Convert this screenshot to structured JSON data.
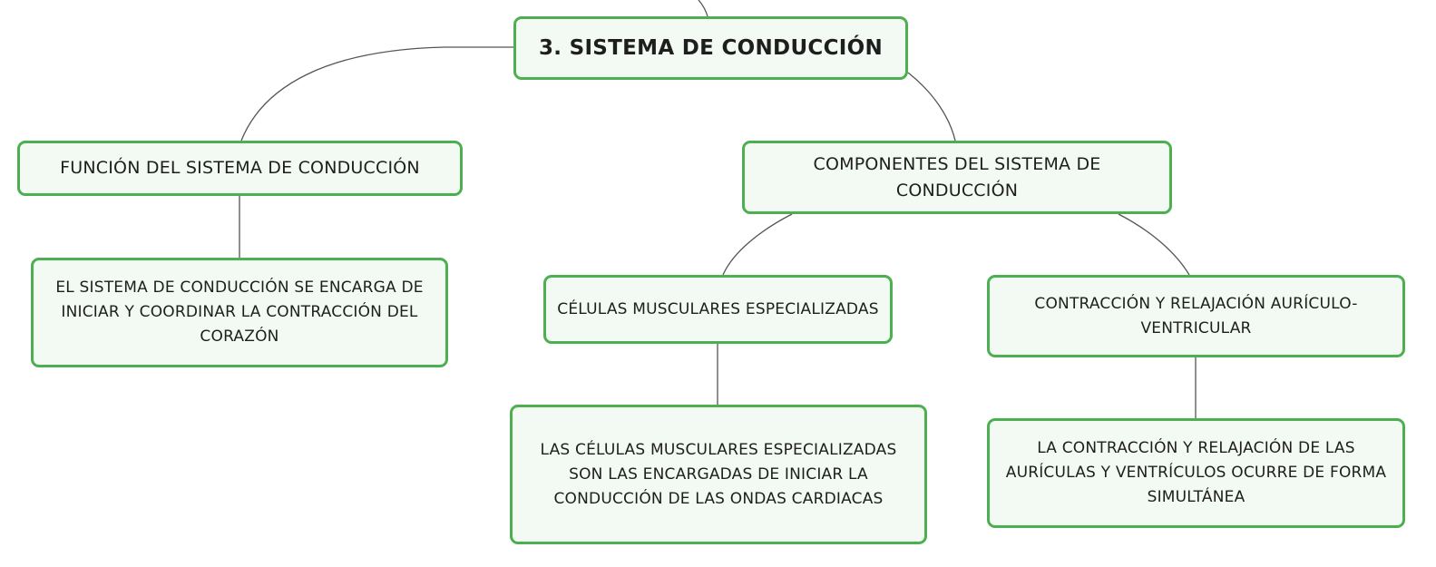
{
  "diagram": {
    "nodes": {
      "root": "3. SISTEMA DE CONDUCCIÓN",
      "funcion": "FUNCIÓN DEL SISTEMA DE CONDUCCIÓN",
      "funcion_detalle": "EL SISTEMA DE CONDUCCIÓN SE ENCARGA DE INICIAR Y COORDINAR LA CONTRACCIÓN DEL CORAZÓN",
      "componentes": "COMPONENTES DEL SISTEMA DE CONDUCCIÓN",
      "celulas": "CÉLULAS MUSCULARES ESPECIALIZADAS",
      "celulas_detalle": "LAS CÉLULAS MUSCULARES ESPECIALIZADAS SON LAS ENCARGADAS DE INICIAR LA CONDUCCIÓN DE LAS ONDAS CARDIACAS",
      "contraccion": "CONTRACCIÓN Y RELAJACIÓN AURÍCULO-VENTRICULAR",
      "contraccion_detalle": "LA CONTRACCIÓN Y RELAJACIÓN DE LAS AURÍCULAS Y VENTRÍCULOS OCURRE DE FORMA SIMULTÁNEA"
    },
    "edges": [
      {
        "from": "parent",
        "to": "root"
      },
      {
        "from": "root",
        "to": "funcion"
      },
      {
        "from": "root",
        "to": "componentes"
      },
      {
        "from": "funcion",
        "to": "funcion_detalle"
      },
      {
        "from": "componentes",
        "to": "celulas"
      },
      {
        "from": "componentes",
        "to": "contraccion"
      },
      {
        "from": "celulas",
        "to": "celulas_detalle"
      },
      {
        "from": "contraccion",
        "to": "contraccion_detalle"
      }
    ],
    "colors": {
      "node_border": "#4caf50",
      "node_fill": "#f3faf3",
      "connector": "#555555",
      "text": "#1e1e1e"
    }
  }
}
